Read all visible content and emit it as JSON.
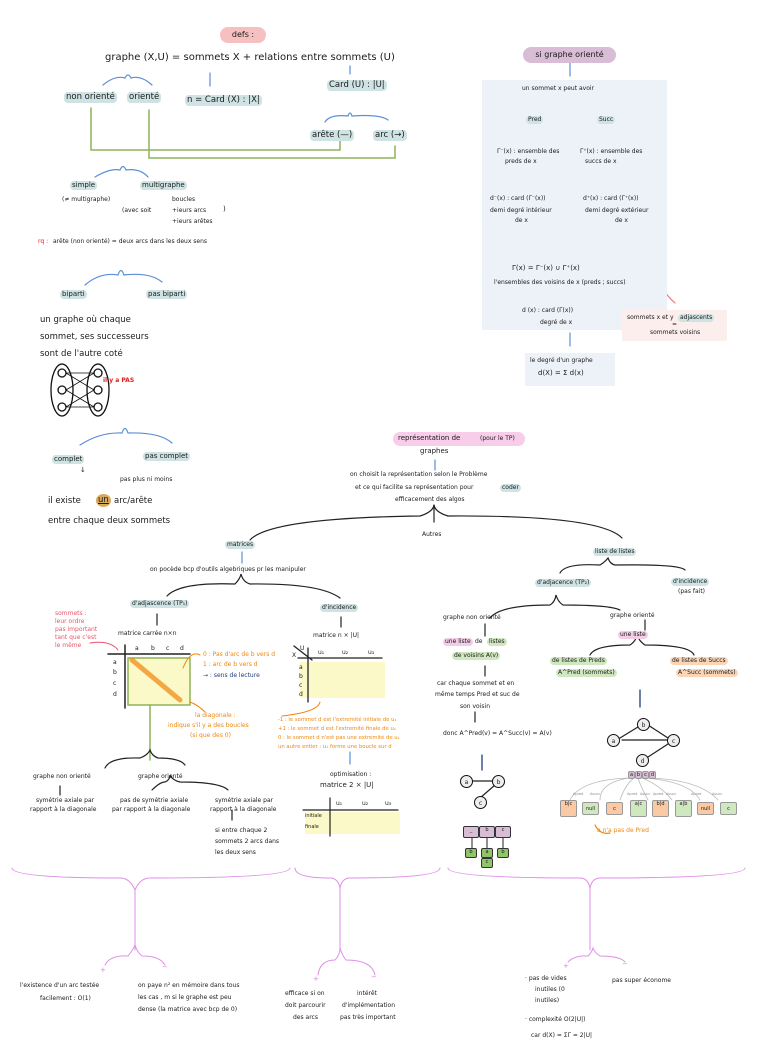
{
  "colors": {
    "pink_pill": "#f6c0c0",
    "purple_pill": "#d9bcd6",
    "highlight": "#cfe3e4",
    "blue_box": "#edf1f8",
    "red": "#e01b1b",
    "orange": "#f0860a",
    "green_arrow": "#8fb35a",
    "bracket": "#e08ee8",
    "arrow_blue": "#5b8fd8"
  },
  "defs": {
    "title": "defs :",
    "graph_def": "graphe (X,U) = sommets X + relations entre sommets (U)",
    "non_oriente": "non orienté",
    "oriente": "orienté",
    "card_x": "n = Card (X) : |X|",
    "card_u": "Card (U) : |U|",
    "arete": "arête (—)",
    "arc": "arc (→)",
    "simple": "simple",
    "simple_note": "(≠ multigraphe)",
    "multigraphe": "multigraphe",
    "avec_soit": "(avec soit",
    "boucles": "boucles",
    "plus_arcs": "+ieurs arcs",
    "plus_aretes": "+ieurs arêtes",
    "close": ")",
    "rq_label": "rq :",
    "rq_text": "arête (non orienté) = deux arcs dans les deux sens",
    "biparti": "biparti",
    "pas_biparti": "pas biparti",
    "biparti_def": [
      "un graphe où chaque",
      "sommet, ses successeurs",
      "sont de l'autre coté"
    ],
    "il_y_a_pas": "il y a PAS",
    "complet": "complet",
    "pas_complet": "pas complet",
    "pas_plus": "pas plus ni moins",
    "complet_def1": "il existe",
    "complet_un": "un",
    "complet_def2": "arc/arête",
    "complet_def3": "entre chaque deux sommets"
  },
  "oriented": {
    "title": "si graphe orienté",
    "intro": "un sommet x peut avoir",
    "pred": "Pred",
    "succ": "Succ",
    "gamma_minus": "Γ⁻(x) : ensemble des",
    "gamma_minus2": "preds de x",
    "gamma_plus": "Γ⁺(x) : ensemble des",
    "gamma_plus2": "succs de x",
    "d_minus": "d⁻(x) : card (Γ⁻(x))",
    "d_minus2": "demi degré intérieur",
    "d_minus3": "de x",
    "d_plus": "d⁺(x) : card (Γ⁺(x))",
    "d_plus2": "demi degré extérieur",
    "d_plus3": "de x",
    "gamma": "Γ(x) = Γ⁻(x) ∪ Γ⁺(x)",
    "gamma2": "l'ensembles des voisins de x (preds ; succs)",
    "degree": "d (x) : card (Γ(x))",
    "degree2": "degré de x",
    "adj1": "sommets x et y",
    "adj_hl": "adjascents",
    "adj2": "=",
    "adj3": "sommets voisins",
    "graph_deg1": "le degré d'un graphe",
    "graph_deg2": "d(X) = Σ d(x)"
  },
  "repr": {
    "title": "représentation de",
    "title_note": "(pour le TP)",
    "title2": "graphes",
    "intro1": "on choisit la représentation selon le Problème",
    "intro2": "et ce qui facilite sa représentation pour",
    "intro2_hl": "coder",
    "intro3": "efficacement des algos",
    "autres": "Autres",
    "matrices": "matrices",
    "liste_de_listes": "liste de listes",
    "matrices_note": "on pocède bcp d'outils algebriques pr les manipuler",
    "adjascence": "d'adjascence (TP₁)",
    "incidence": "d'incidence",
    "mat_carree": "matrice carrée n×n",
    "mat_inc": "matrice n × |U|",
    "sommets_note": [
      "sommets :",
      "leur ordre",
      "pas important",
      "tant que c'est",
      "le même"
    ],
    "mat_cols": [
      "a",
      "b",
      "c",
      "d"
    ],
    "mat_rows": [
      "a",
      "b",
      "c",
      "d"
    ],
    "legend0": "0 : Pas d'arc de b vers d",
    "legend1": "1 : arc de b vers d",
    "legend_arrow": "→ : sens de lecture",
    "diag1": "la diagonale :",
    "diag2": "indique s'il y a des boucles",
    "diag3": "(si que des 0)",
    "inc_corner_u": "U",
    "inc_corner_x": "X",
    "inc_cols": [
      "u₁",
      "u₂",
      "u₃"
    ],
    "inc_rows": [
      "a",
      "b",
      "c",
      "d"
    ],
    "inc_legend": [
      "-1 : le sommet d est l'extremité initiale de u₁",
      "+1 : le sommet d est l'extremité finale de u₁",
      "0 : le sommet d n'est pas une extremité de u₁",
      "un autre entier : u₁ forme une boucle sur d"
    ],
    "optim1": "optimisation :",
    "optim2": "matrice 2 × |U|",
    "optim_cols": [
      "u₁",
      "u₂",
      "u₃"
    ],
    "optim_rows": [
      "initiale",
      "finale"
    ],
    "gno": "graphe non orienté",
    "go": "graphe orienté",
    "sym1": "symétrie axiale par",
    "sym2": "rapport à la diagonale",
    "nosym1": "pas de symétrie axiale",
    "nosym2": "par rapport à la diagonale",
    "sym_o1": "symétrie axiale par",
    "sym_o2": "rapport à la diagonale",
    "sym_o3": [
      "si entre chaque 2",
      "sommets 2 arcs dans",
      "les deux sens"
    ],
    "l_adj": "d'adjacence (TP₂)",
    "l_inc": "d'incidence",
    "l_inc2": "(pas fait)",
    "l_gno": "graphe non orienté",
    "l_go": "graphe orienté",
    "ll1": "une liste",
    "ll2": "de",
    "ll3": "listes",
    "ll4": "de voisins A(v)",
    "car": [
      "car chaque sommet et en",
      "même temps Pred et suc de",
      "son voisin"
    ],
    "donc": "donc A^Pred(v) = A^Succ(v) = A(v)",
    "une_liste": "une liste",
    "lp1": "de listes de Preds",
    "lp2": "A^Pred (sommets)",
    "ls1": "de listes de Succs",
    "ls2": "A^Succ (sommets)",
    "no_pred": "a n'a pas de Pred",
    "ex_nodes_no": [
      "a",
      "b",
      "c"
    ],
    "ex_list_no": {
      "head": [
        "_",
        "b",
        "c"
      ],
      "children": [
        "b",
        "a",
        "c",
        "b"
      ]
    },
    "ex_nodes_o": [
      "a",
      "b",
      "c",
      "d"
    ],
    "ex_list_o": {
      "head": [
        "a",
        "b",
        "c",
        "d"
      ],
      "edge_labels": [
        "Apred",
        "Asucc",
        "Apred",
        "Asucc",
        "Apred",
        "Asucc",
        "Apred",
        "Asucc"
      ],
      "cells": [
        "b|c",
        "null",
        "c",
        "a|c",
        "b|d",
        "a|b",
        "null",
        "c"
      ]
    }
  },
  "pros_cons": {
    "plus": "+",
    "minus": "−",
    "adj_plus": [
      "l'existence d'un arc testée",
      "facilement : O(1)"
    ],
    "adj_minus": [
      "on paye n² en mémoire dans tous",
      "les cas , m si le graphe est peu",
      "dense (la matrice avec bcp de 0)"
    ],
    "inc_plus": [
      "efficace si on",
      "doit parcourir",
      "des arcs"
    ],
    "inc_minus": [
      "intérêt",
      "d'implémentation",
      "pas très important"
    ],
    "list_plus": [
      "· pas de vides",
      "inutiles (0",
      "inutiles)"
    ],
    "list_minus": "pas super économe",
    "complexity": "· complexité O(2|U|)",
    "complexity2": "car d(X) = ΣΓ = 2|U|"
  }
}
